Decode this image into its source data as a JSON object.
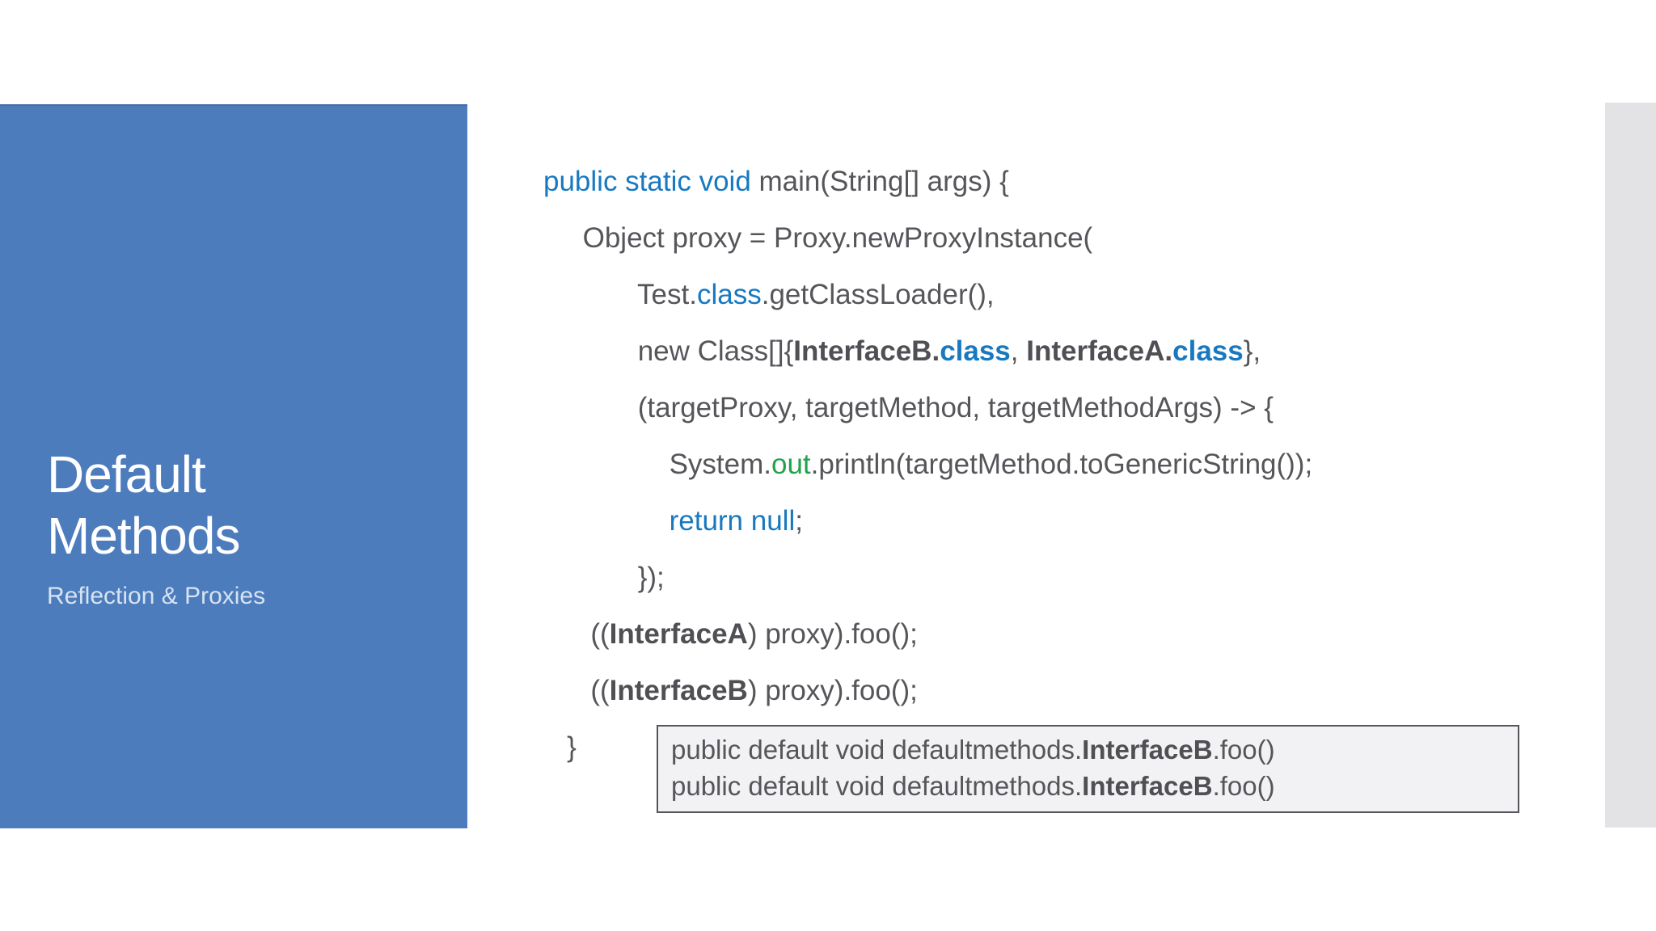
{
  "slide": {
    "title": "Default Methods",
    "subtitle": "Reflection & Proxies"
  },
  "colors": {
    "panel_blue": "#4D7CBD",
    "keyword_blue": "#1879C0",
    "green": "#21A24B",
    "code_gray": "#56555A",
    "bold_gray": "#504F54",
    "subtitle_text": "#D6E3F2",
    "box_bg": "#F2F1F3",
    "box_border": "#55545A",
    "next_slide_strip": "#E3E2E4"
  },
  "code": {
    "lines": [
      {
        "segments": [
          {
            "t": "public static void ",
            "s": "kw"
          },
          {
            "t": "main(String[] args) {",
            "s": "pl"
          }
        ]
      },
      {
        "segments": [
          {
            "t": "     Object proxy = Proxy.newProxyInstance(",
            "s": "pl"
          }
        ]
      },
      {
        "segments": [
          {
            "t": "            Test.",
            "s": "pl"
          },
          {
            "t": "class",
            "s": "kw"
          },
          {
            "t": ".getClassLoader(),",
            "s": "pl"
          }
        ]
      },
      {
        "segments": [
          {
            "t": "            new Class[]{",
            "s": "pl"
          },
          {
            "t": "InterfaceB.",
            "s": "b"
          },
          {
            "t": "class",
            "s": "kb"
          },
          {
            "t": ", ",
            "s": "pl"
          },
          {
            "t": "InterfaceA.",
            "s": "b"
          },
          {
            "t": "class",
            "s": "kb"
          },
          {
            "t": "},",
            "s": "pl"
          }
        ]
      },
      {
        "segments": [
          {
            "t": "            (targetProxy, targetMethod, targetMethodArgs) -> {",
            "s": "pl"
          }
        ]
      },
      {
        "segments": [
          {
            "t": "                System.",
            "s": "pl"
          },
          {
            "t": "out",
            "s": "gr"
          },
          {
            "t": ".println(targetMethod.toGenericString());",
            "s": "pl"
          }
        ]
      },
      {
        "segments": [
          {
            "t": "                ",
            "s": "pl"
          },
          {
            "t": "return null",
            "s": "kw"
          },
          {
            "t": ";",
            "s": "pl"
          }
        ]
      },
      {
        "segments": [
          {
            "t": "            });",
            "s": "pl"
          }
        ]
      },
      {
        "segments": [
          {
            "t": "      ((",
            "s": "pl"
          },
          {
            "t": "InterfaceA",
            "s": "b"
          },
          {
            "t": ") proxy).foo();",
            "s": "pl"
          }
        ]
      },
      {
        "segments": [
          {
            "t": "      ((",
            "s": "pl"
          },
          {
            "t": "InterfaceB",
            "s": "b"
          },
          {
            "t": ") proxy).foo();",
            "s": "pl"
          }
        ]
      },
      {
        "segments": [
          {
            "t": "   }",
            "s": "pl"
          }
        ]
      }
    ]
  },
  "output_box": {
    "lines": [
      {
        "segments": [
          {
            "t": "public default void defaultmethods.",
            "s": "pl"
          },
          {
            "t": "InterfaceB",
            "s": "b"
          },
          {
            "t": ".foo()",
            "s": "pl"
          }
        ]
      },
      {
        "segments": [
          {
            "t": "public default void defaultmethods.",
            "s": "pl"
          },
          {
            "t": "InterfaceB",
            "s": "b"
          },
          {
            "t": ".foo()",
            "s": "pl"
          }
        ]
      }
    ]
  }
}
